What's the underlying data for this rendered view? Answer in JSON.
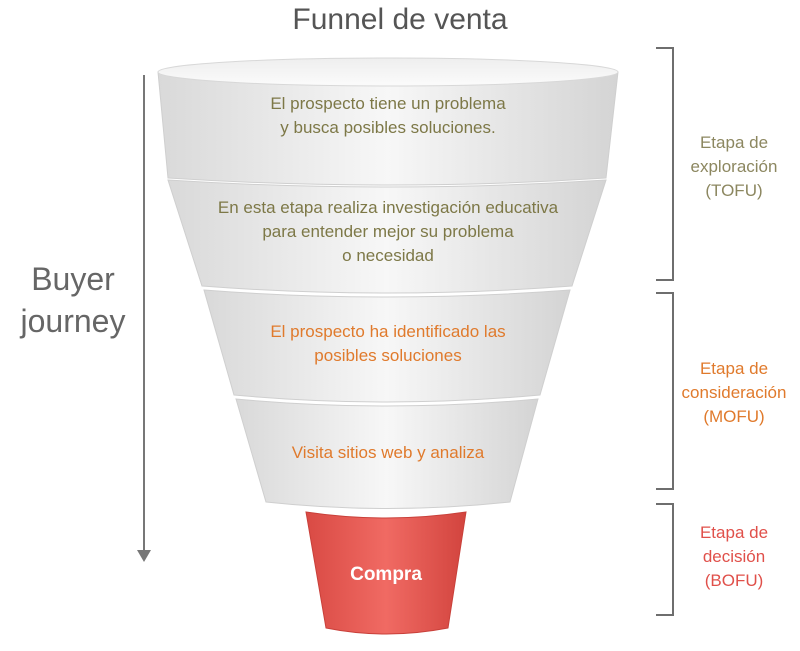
{
  "title": "Funnel de venta",
  "journey": {
    "line1": "Buyer",
    "line2": "journey"
  },
  "segments": [
    {
      "lines": [
        "El prospecto tiene un problema",
        "y busca posibles soluciones."
      ]
    },
    {
      "lines": [
        "En esta etapa realiza investigación educativa",
        "para entender mejor su problema",
        "o necesidad"
      ]
    },
    {
      "lines": [
        "El prospecto ha identificado las",
        "posibles soluciones"
      ]
    },
    {
      "lines": [
        "Visita sitios web y analiza"
      ]
    },
    {
      "lines": [
        "Compra"
      ]
    }
  ],
  "stages": [
    {
      "lines": [
        "Etapa de",
        "exploración",
        "(TOFU)"
      ]
    },
    {
      "lines": [
        "Etapa de",
        "consideración",
        "(MOFU)"
      ]
    },
    {
      "lines": [
        "Etapa de",
        "decisión",
        "(BOFU)"
      ]
    }
  ],
  "colors": {
    "olive": "#7d7847",
    "orange": "#e07a2c",
    "red": "#e0504a",
    "segment": "#f2f2f2"
  }
}
